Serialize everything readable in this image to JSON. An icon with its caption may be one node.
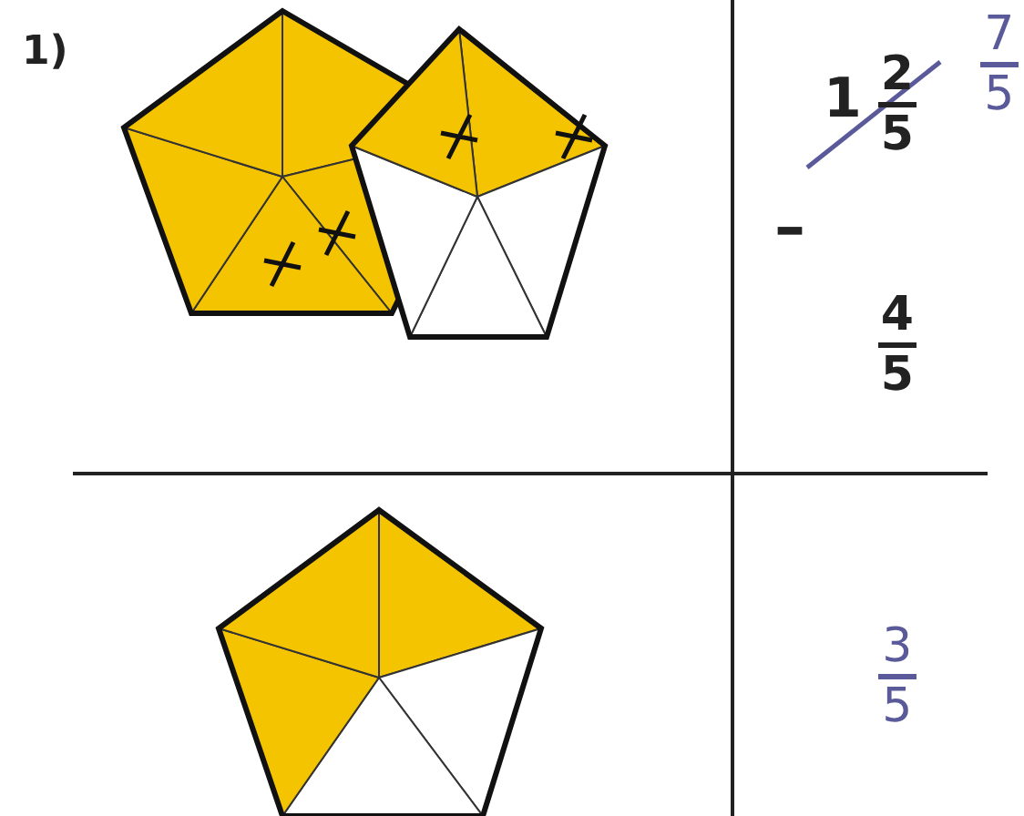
{
  "diagram": {
    "labels": [
      "1)",
      "1",
      "2",
      "5",
      "7",
      "5",
      "–",
      "4",
      "5",
      "3",
      "5"
    ]
  }
}
